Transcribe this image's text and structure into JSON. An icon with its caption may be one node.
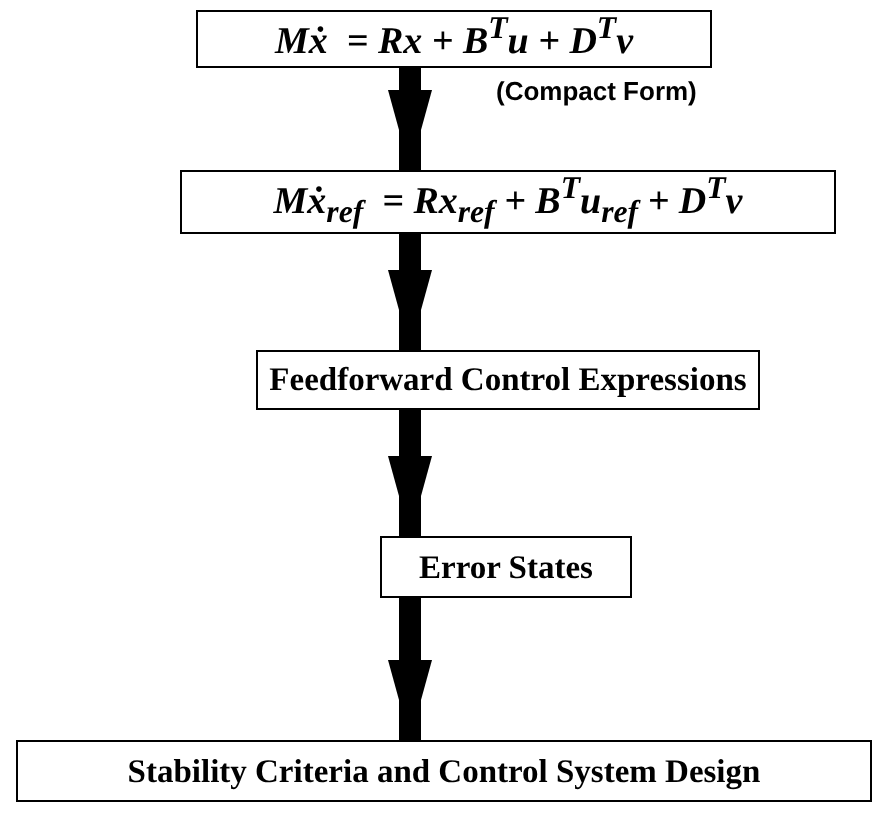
{
  "diagram": {
    "nodes": [
      {
        "text": [
          "Mẋ  = Rx + B$^{T}$u + D$^{T}$v"
        ],
        "beside": [
          "(Compact Form)"
        ]
      },
      {
        "text": [
          "Mẋ$_{ref}$  = Rx$_{ref}$ + B$^{T}$u$_{ref}$ + D$^{T}$v"
        ]
      },
      {
        "text": [
          "Feedforward Control Expressions"
        ]
      },
      {
        "text": [
          "Error States"
        ]
      },
      {
        "text": [
          "Stability Criteria and Control System Design"
        ]
      }
    ],
    "edges": [
      {
        "from": 0,
        "to": 1,
        "arrow": "to"
      },
      {
        "from": 1,
        "to": 2,
        "arrow": "to"
      },
      {
        "from": 2,
        "to": 3,
        "arrow": "to"
      },
      {
        "from": 3,
        "to": 4,
        "arrow": "to"
      }
    ]
  }
}
